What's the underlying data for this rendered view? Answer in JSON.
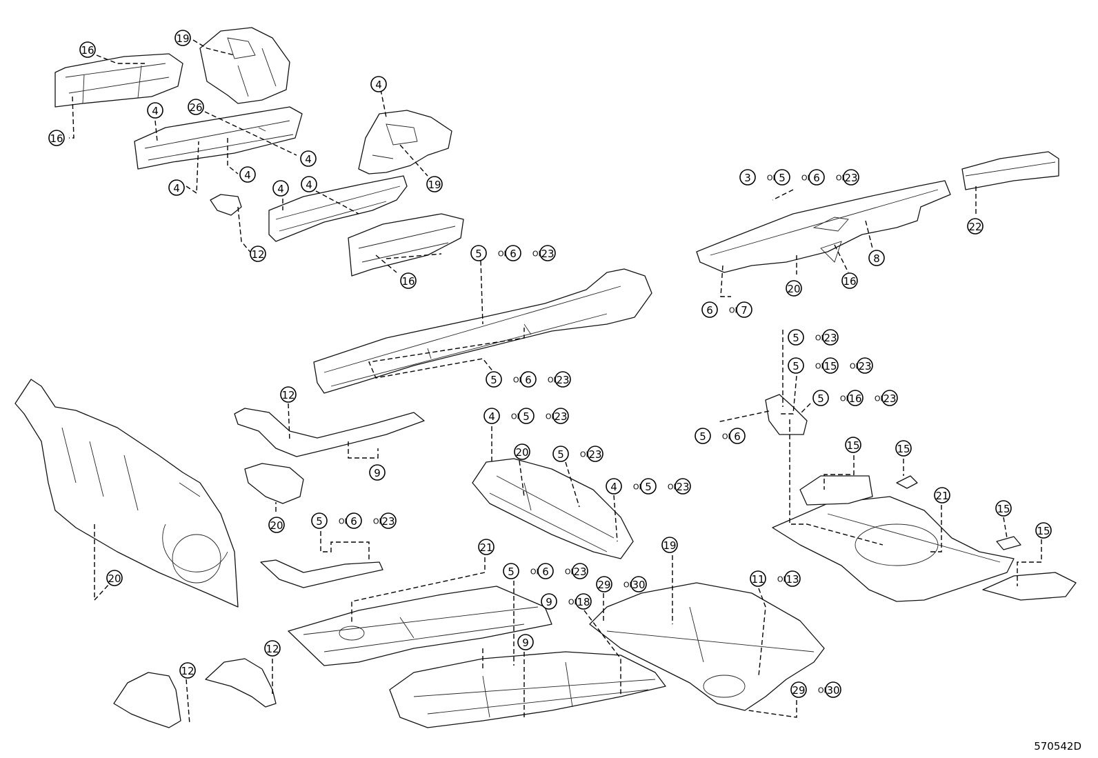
{
  "figure_code": "570542D",
  "connector": "OR",
  "callouts": [
    {
      "id": "c01",
      "parts": [
        "16"
      ]
    },
    {
      "id": "c02",
      "parts": [
        "19"
      ]
    },
    {
      "id": "c03",
      "parts": [
        "16"
      ]
    },
    {
      "id": "c04",
      "parts": [
        "4"
      ]
    },
    {
      "id": "c05",
      "parts": [
        "26"
      ]
    },
    {
      "id": "c06",
      "parts": [
        "4"
      ]
    },
    {
      "id": "c07",
      "parts": [
        "4"
      ]
    },
    {
      "id": "c08",
      "parts": [
        "4"
      ]
    },
    {
      "id": "c09",
      "parts": [
        "12"
      ]
    },
    {
      "id": "c10",
      "parts": [
        "4"
      ]
    },
    {
      "id": "c11",
      "parts": [
        "4"
      ]
    },
    {
      "id": "c12",
      "parts": [
        "4"
      ]
    },
    {
      "id": "c13",
      "parts": [
        "19"
      ]
    },
    {
      "id": "c14",
      "parts": [
        "16"
      ]
    },
    {
      "id": "c15",
      "parts": [
        "5",
        "6",
        "23"
      ]
    },
    {
      "id": "c16",
      "parts": [
        "5",
        "6",
        "23"
      ]
    },
    {
      "id": "c17",
      "parts": [
        "3",
        "5",
        "6",
        "23"
      ]
    },
    {
      "id": "c18",
      "parts": [
        "22"
      ]
    },
    {
      "id": "c19",
      "parts": [
        "8"
      ]
    },
    {
      "id": "c20",
      "parts": [
        "20"
      ]
    },
    {
      "id": "c21",
      "parts": [
        "16"
      ]
    },
    {
      "id": "c22",
      "parts": [
        "6",
        "7"
      ]
    },
    {
      "id": "c23",
      "parts": [
        "5",
        "23"
      ]
    },
    {
      "id": "c24",
      "parts": [
        "5",
        "15",
        "23"
      ]
    },
    {
      "id": "c25",
      "parts": [
        "5",
        "16",
        "23"
      ]
    },
    {
      "id": "c26",
      "parts": [
        "5",
        "6"
      ]
    },
    {
      "id": "c27",
      "parts": [
        "12"
      ]
    },
    {
      "id": "c28",
      "parts": [
        "9"
      ]
    },
    {
      "id": "c29",
      "parts": [
        "4",
        "5",
        "23"
      ]
    },
    {
      "id": "c30",
      "parts": [
        "20"
      ]
    },
    {
      "id": "c31",
      "parts": [
        "5",
        "23"
      ]
    },
    {
      "id": "c32",
      "parts": [
        "4",
        "5",
        "23"
      ]
    },
    {
      "id": "c33",
      "parts": [
        "20"
      ]
    },
    {
      "id": "c34",
      "parts": [
        "5",
        "6",
        "23"
      ]
    },
    {
      "id": "c35",
      "parts": [
        "15"
      ]
    },
    {
      "id": "c36",
      "parts": [
        "15"
      ]
    },
    {
      "id": "c37",
      "parts": [
        "21"
      ]
    },
    {
      "id": "c38",
      "parts": [
        "15"
      ]
    },
    {
      "id": "c39",
      "parts": [
        "15"
      ]
    },
    {
      "id": "c40",
      "parts": [
        "20"
      ]
    },
    {
      "id": "c41",
      "parts": [
        "21"
      ]
    },
    {
      "id": "c42",
      "parts": [
        "5",
        "6",
        "23"
      ]
    },
    {
      "id": "c43",
      "parts": [
        "29",
        "30"
      ]
    },
    {
      "id": "c44",
      "parts": [
        "19"
      ]
    },
    {
      "id": "c45",
      "parts": [
        "11",
        "13"
      ]
    },
    {
      "id": "c46",
      "parts": [
        "9",
        "18"
      ]
    },
    {
      "id": "c47",
      "parts": [
        "9"
      ]
    },
    {
      "id": "c48",
      "parts": [
        "12"
      ]
    },
    {
      "id": "c49",
      "parts": [
        "12"
      ]
    },
    {
      "id": "c50",
      "parts": [
        "29",
        "30"
      ]
    }
  ]
}
